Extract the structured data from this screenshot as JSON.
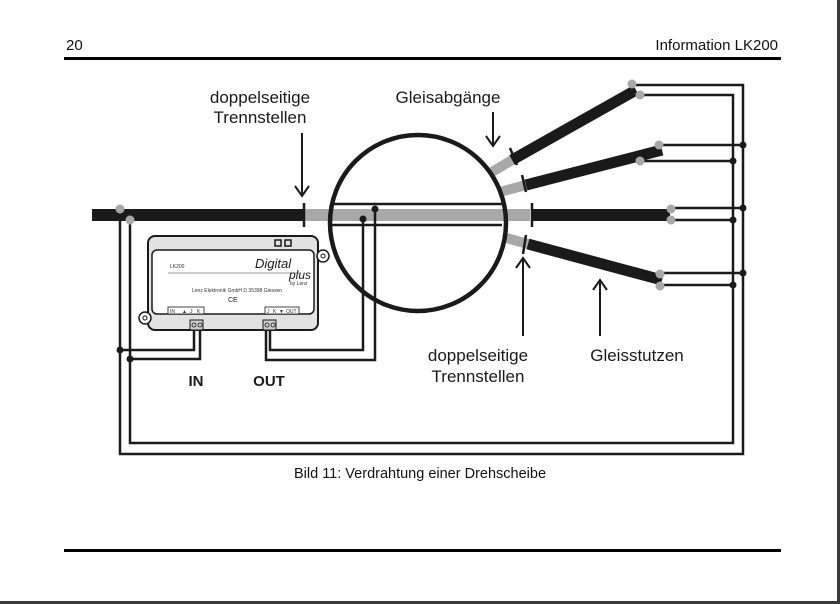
{
  "header": {
    "page_number": "20",
    "title": "Information LK200"
  },
  "figure": {
    "caption": "Bild 11: Verdrahtung einer Drehscheibe",
    "labels": {
      "separators_top_line1": "doppelseitige",
      "separators_top_line2": "Trennstellen",
      "track_exits": "Gleisabgänge",
      "separators_bottom_line1": "doppelseitige",
      "separators_bottom_line2": "Trennstellen",
      "track_stubs": "Gleisstutzen",
      "in": "IN",
      "out": "OUT"
    },
    "module": {
      "model": "LK200",
      "brand_main": "Digital",
      "brand_sub": "plus",
      "brand_by": "by Lenz",
      "manufacturer": "Lenz Elektronik GmbH  D 35398 Giessen",
      "ce_mark": "CE",
      "left_terminal_labels": [
        "IN",
        "▲",
        "J",
        "K"
      ],
      "right_terminal_labels": [
        "J",
        "K",
        "▼",
        "OUT"
      ]
    },
    "colors": {
      "rail": "#1a1a1a",
      "isolated_rail": "#a8a8a8",
      "wire": "#1a1a1a",
      "module_fill": "#e2e2e2"
    }
  }
}
